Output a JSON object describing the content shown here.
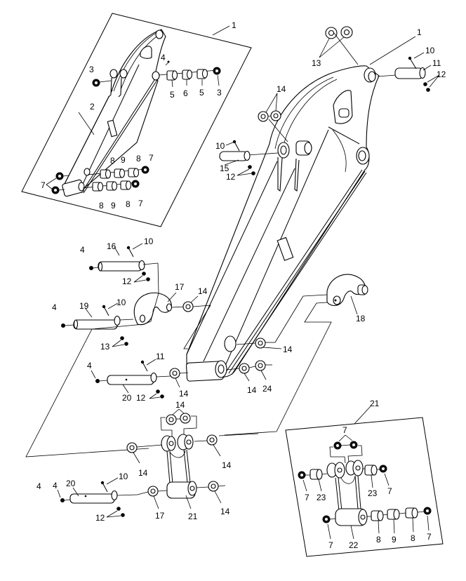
{
  "diagram": {
    "type": "exploded-parts-diagram",
    "subject": "excavator arm (stick) assembly with bucket linkage",
    "colors": {
      "line": "#000000",
      "background": "#ffffff"
    },
    "callouts": {
      "inset_arm": {
        "assembly": "1",
        "arm": "2",
        "washer_left": "3",
        "washer_right": "3",
        "grease_fitting": "4",
        "bushing_a": "5",
        "bushing_b": "6",
        "bushing_c": "5",
        "top_row": [
          "8",
          "9",
          "8",
          "7"
        ],
        "bottom_row": [
          "8",
          "9",
          "8",
          "7"
        ],
        "seal_left": "7"
      },
      "main_arm": {
        "assembly": "1",
        "shims_top": "13",
        "pin_bolt": "10",
        "pin": "11",
        "nuts": "12",
        "shims_left": "14",
        "pin2_bolt": "10",
        "pin2": "15",
        "pin2_nuts": "12"
      },
      "linkage": {
        "grease_a": "4",
        "pin16": "16",
        "bolt_a": "10",
        "nuts_a": "12",
        "link17": "17",
        "shim_a": "14",
        "grease_b": "4",
        "pin19": "19",
        "bolt_b": "10",
        "nuts_b": "13",
        "link18": "18",
        "shim_18": "14",
        "grease_c": "4",
        "bolt_c": "11",
        "pin20": "20",
        "nuts_c": "12",
        "shim_c": "14",
        "shim_d": "14",
        "shim_e": "24"
      },
      "bottom": {
        "shims_top": "14",
        "shim_left": "14",
        "shim_right": "14",
        "grease_outer": "4",
        "grease_inner": "4",
        "pin20": "20",
        "bolt": "10",
        "nuts": "12",
        "shim_17": "17",
        "link21": "21",
        "shim_right2": "14"
      },
      "inset_link": {
        "assembly": "21",
        "seals_top": "7",
        "seal_left": "7",
        "bush_left": "23",
        "bush_right": "23",
        "seal_right": "7",
        "seal_bottom_left": "7",
        "link22": "22",
        "b8a": "8",
        "b9": "9",
        "b8b": "8",
        "seal_end": "7"
      }
    }
  }
}
